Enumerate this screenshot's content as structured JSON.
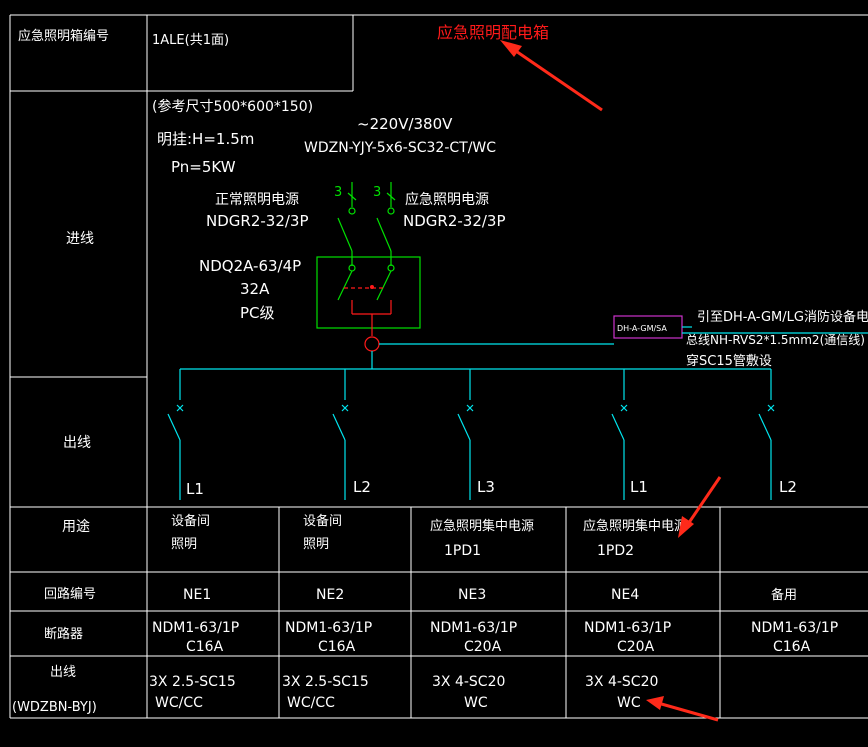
{
  "colors": {
    "background": "#000000",
    "frame": "#ffffff",
    "wire": "#00e5ee",
    "breaker": "#00e000",
    "enclosure": "#00e000",
    "red": "#ff1a1a",
    "magenta": "#cc33cc",
    "arrow": "#ff2a1a"
  },
  "header": {
    "label": "应急照明箱编号",
    "value": "1ALE(共1面)",
    "title": "应急照明配电箱"
  },
  "incoming": {
    "section_label": "进线",
    "size_note": "(参考尺寸500*600*150)",
    "mount": "明挂:H=1.5m",
    "power": "Pn=5KW",
    "voltage": "~220V/380V",
    "cable": "WDZN-YJY-5x6-SC32-CT/WC",
    "normal_source_label": "正常照明电源",
    "normal_source_model": "NDGR2-32/3P",
    "emergency_source_label": "应急照明电源",
    "emergency_source_model": "NDGR2-32/3P",
    "pole_mark": "3",
    "ats_model": "NDQ2A-63/4P",
    "ats_current": "32A",
    "ats_class": "PC级",
    "fire_module": "DH-A-GM/SA",
    "fire_link_1": "引至DH-A-GM/LG消防设备电源",
    "fire_link_2": "总线NH-RVS2*1.5mm2(通信线)",
    "fire_link_3": "穿SC15管敷设"
  },
  "outgoing": {
    "section_label": "出线",
    "lines": [
      "L1",
      "L2",
      "L3",
      "L1",
      "L2"
    ]
  },
  "table": {
    "usage_label": "用途",
    "circuit_label": "回路编号",
    "breaker_label": "断路器",
    "outlet_label": "出线",
    "outlet_sub": "(WDZBN-BYJ)",
    "columns": [
      {
        "usage_1": "设备间",
        "usage_2": "照明",
        "circuit": "NE1",
        "breaker_1": "NDM1-63/1P",
        "breaker_2": "C16A",
        "outlet_1": "3X 2.5-SC15",
        "outlet_2": "WC/CC"
      },
      {
        "usage_1": "设备间",
        "usage_2": "照明",
        "circuit": "NE2",
        "breaker_1": "NDM1-63/1P",
        "breaker_2": "C16A",
        "outlet_1": "3X 2.5-SC15",
        "outlet_2": "WC/CC"
      },
      {
        "usage_1": "应急照明集中电源",
        "usage_2": "1PD1",
        "circuit": "NE3",
        "breaker_1": "NDM1-63/1P",
        "breaker_2": "C20A",
        "outlet_1": "3X 4-SC20",
        "outlet_2": "WC"
      },
      {
        "usage_1": "应急照明集中电源",
        "usage_2": "1PD2",
        "circuit": "NE4",
        "breaker_1": "NDM1-63/1P",
        "breaker_2": "C20A",
        "outlet_1": "3X 4-SC20",
        "outlet_2": "WC"
      },
      {
        "usage_1": "",
        "usage_2": "",
        "circuit": "备用",
        "breaker_1": "NDM1-63/1P",
        "breaker_2": "C16A",
        "outlet_1": "",
        "outlet_2": ""
      }
    ]
  }
}
